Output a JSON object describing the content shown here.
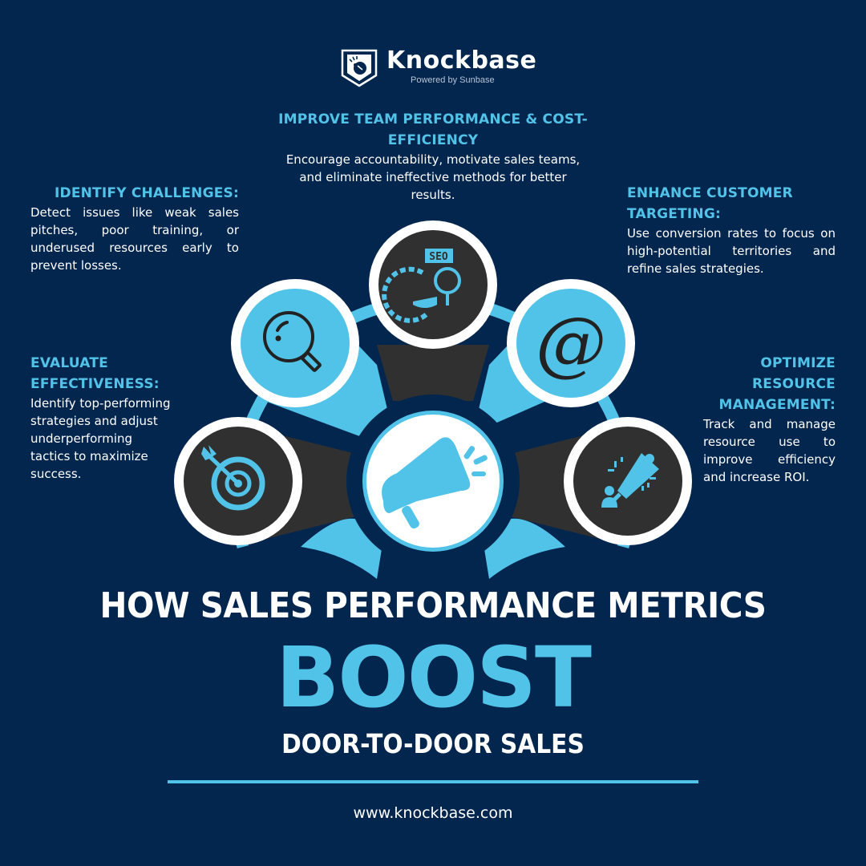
{
  "brand": {
    "name": "Knockbase",
    "tagline": "Powered by Sunbase",
    "icon": "knocking-fist-badge-icon"
  },
  "colors": {
    "background": "#03264f",
    "accent": "#52c3e8",
    "dark": "#303030",
    "white": "#ffffff"
  },
  "benefits": {
    "top": {
      "heading": "IMPROVE TEAM PERFORMANCE & COST-EFFICIENCY",
      "body": "Encourage accountability, motivate sales teams, and eliminate ineffective methods for better results.",
      "icon": "seo-gear-magnifier-icon"
    },
    "identify": {
      "heading": "IDENTIFY CHALLENGES:",
      "body": "Detect issues like weak sales pitches, poor training, or underused resources early to prevent losses.",
      "icon": "magnifying-glass-icon"
    },
    "customer": {
      "heading": "ENHANCE CUSTOMER TARGETING:",
      "body": "Use conversion rates to focus on high-potential territories and refine sales strategies.",
      "icon": "at-sign-icon"
    },
    "evaluate": {
      "heading": "EVALUATE EFFECTIVENESS:",
      "body": "Identify top-performing strategies and adjust underperforming tactics to maximize success.",
      "icon": "target-arrow-icon"
    },
    "optimize": {
      "heading": "OPTIMIZE RESOURCE MANAGEMENT:",
      "body": "Track and manage resource use to improve efficiency and increase ROI.",
      "icon": "person-megaphone-icon"
    },
    "center": {
      "icon": "megaphone-icon"
    }
  },
  "title": {
    "line1": "HOW SALES PERFORMANCE METRICS",
    "line2": "BOOST",
    "line3": "DOOR-TO-DOOR SALES"
  },
  "footer": {
    "url": "www.knockbase.com"
  }
}
